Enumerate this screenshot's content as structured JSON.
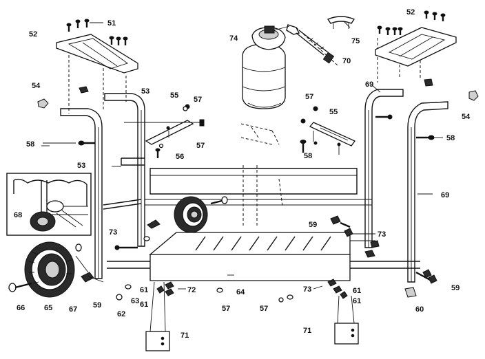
{
  "diagram": {
    "callouts": {
      "c51": "51",
      "c52a": "52",
      "c52b": "52",
      "c53a": "53",
      "c53b": "53",
      "c54a": "54",
      "c54b": "54",
      "c55a": "55",
      "c55b": "55",
      "c56": "56",
      "c57a": "57",
      "c57b": "57",
      "c57c": "57",
      "c57d": "57",
      "c57e": "57",
      "c58a": "58",
      "c58b": "58",
      "c58c": "58",
      "c59a": "59",
      "c59b": "59",
      "c59c": "59",
      "c60": "60",
      "c61a": "61",
      "c61b": "61",
      "c61c": "61",
      "c61d": "61",
      "c62": "62",
      "c63": "63",
      "c64": "64",
      "c65": "65",
      "c66": "66",
      "c67": "67",
      "c68": "68",
      "c69a": "69",
      "c69b": "69",
      "c70": "70",
      "c71a": "71",
      "c71b": "71",
      "c72": "72",
      "c73a": "73",
      "c73b": "73",
      "c73c": "73",
      "c74": "74",
      "c75": "75"
    }
  }
}
